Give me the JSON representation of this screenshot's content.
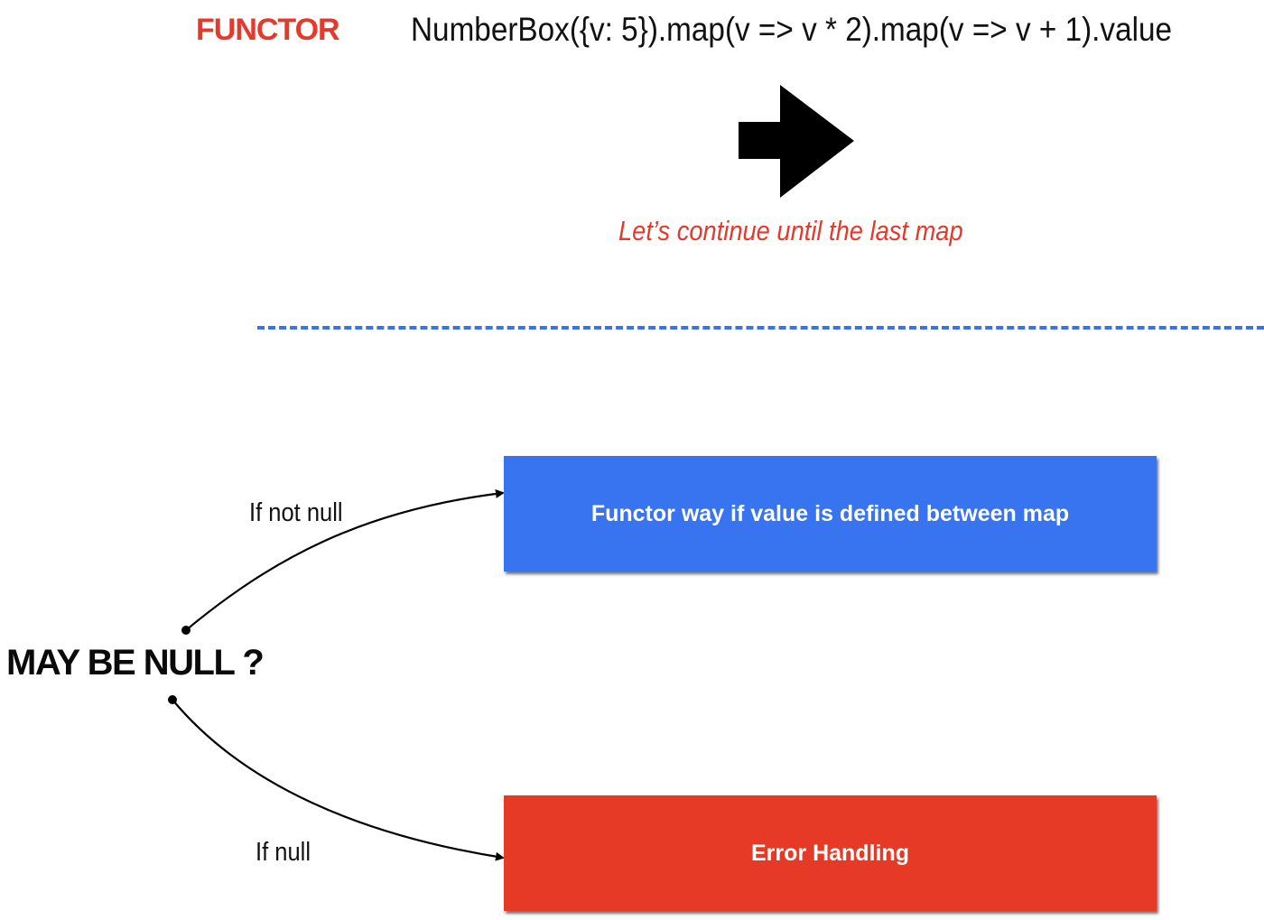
{
  "header": {
    "label": "FUNCTOR",
    "code": "NumberBox({v: 5}).map(v => v * 2).map(v => v + 1).value"
  },
  "arrow": {
    "icon": "right-arrow-icon",
    "note": "Let’s continue until the last map"
  },
  "flow": {
    "question": "MAY BE NULL ?",
    "branches": [
      {
        "condition": "If not null",
        "outcome": "Functor way if value is defined between map",
        "color": "#3873f0"
      },
      {
        "condition": "If null",
        "outcome": "Error Handling",
        "color": "#e73a26"
      }
    ]
  },
  "colors": {
    "accent_red": "#e33a2c",
    "divider_blue": "#3a72ea",
    "text": "#111111"
  }
}
